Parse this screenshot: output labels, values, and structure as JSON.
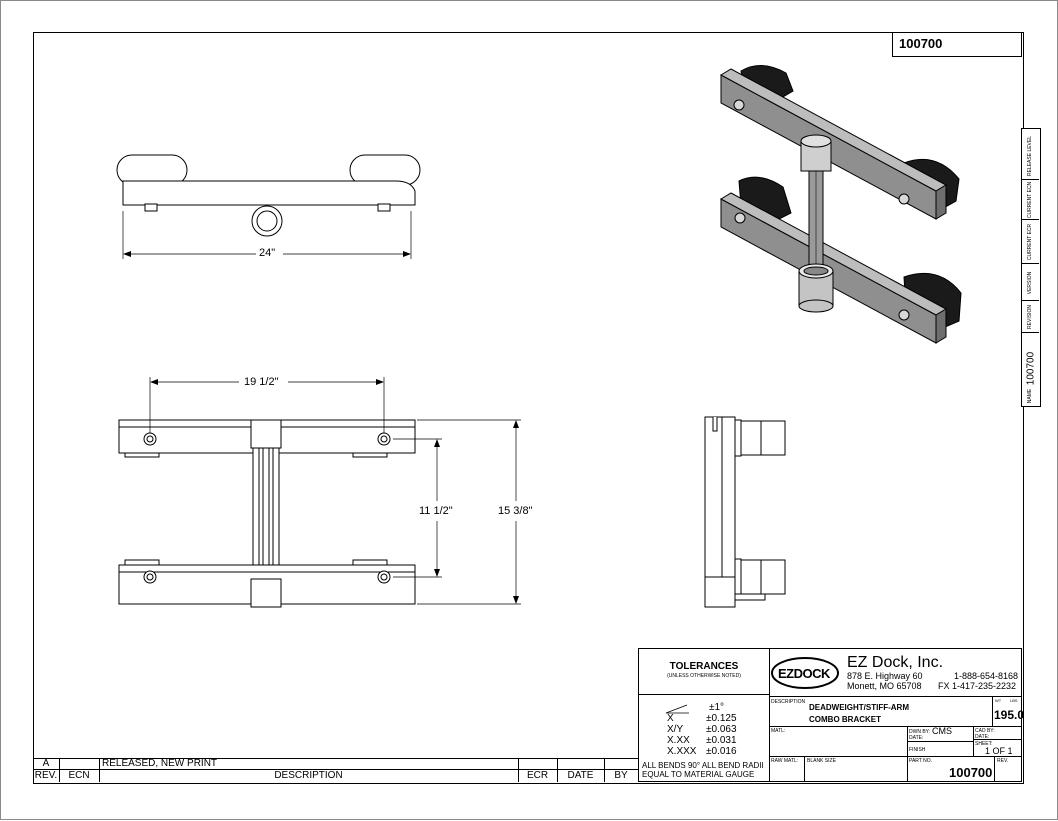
{
  "drawing_number_top": "100700",
  "side_tab": {
    "release_level": "RELEASE LEVEL",
    "current_ecn": "CURRENT ECN",
    "current_ecr": "CURRENT ECR",
    "version": "VERSION",
    "revision": "REVISION",
    "name_label": "NAME",
    "name_value": "100700"
  },
  "dimensions": {
    "width_top": "24\"",
    "hole_spacing": "19 1/2\"",
    "inner_height": "11 1/2\"",
    "overall_height": "15 3/8\""
  },
  "tolerances": {
    "title": "TOLERANCES",
    "subtitle": "(UNLESS OTHERWISE NOTED)",
    "rows": [
      {
        "label": "",
        "value": "±1°"
      },
      {
        "label": "X",
        "value": "±0.125"
      },
      {
        "label": "X/Y",
        "value": "±0.063"
      },
      {
        "label": "X.XX",
        "value": "±0.031"
      },
      {
        "label": "X.XXX",
        "value": "±0.016"
      }
    ],
    "note_line1": "ALL BENDS 90°   ALL BEND RADII",
    "note_line2": "EQUAL TO MATERIAL GAUGE"
  },
  "company": {
    "logo_text": "EZDOCK",
    "name": "EZ Dock, Inc.",
    "address1": "878 E. Highway 60",
    "address2": "Monett, MO 65708",
    "phone": "1-888-654-8168",
    "fax": "FX  1-417-235-2232"
  },
  "title_block": {
    "description_label": "DESCRIPTION",
    "description_line1": "DEADWEIGHT/STIFF-ARM",
    "description_line2": "COMBO BRACKET",
    "wt_label": "WT",
    "lbs_label": "LBS",
    "weight": "195.0",
    "matl_label": "MATL:",
    "dwn_by_label": "DWN BY:",
    "dwn_by_value": "CMS",
    "date_label": "DATE:",
    "cad_by_label": "CAD BY:",
    "cad_date_label": "DATE:",
    "finish_label": "FINISH",
    "sheet_label": "SHEET:",
    "sheet_value": "1 OF 1",
    "raw_matl_label": "RAW MATL:",
    "blank_size_label": "BLANK SIZE",
    "part_no_label": "PART NO.",
    "part_no_value": "100700",
    "rev_label": "REV."
  },
  "revision_table": {
    "row_rev": "A",
    "row_description": "RELEASED, NEW PRINT",
    "headers": {
      "rev": "REV.",
      "ecn": "ECN",
      "description": "DESCRIPTION",
      "ecr": "ECR",
      "date": "DATE",
      "by": "BY"
    }
  }
}
